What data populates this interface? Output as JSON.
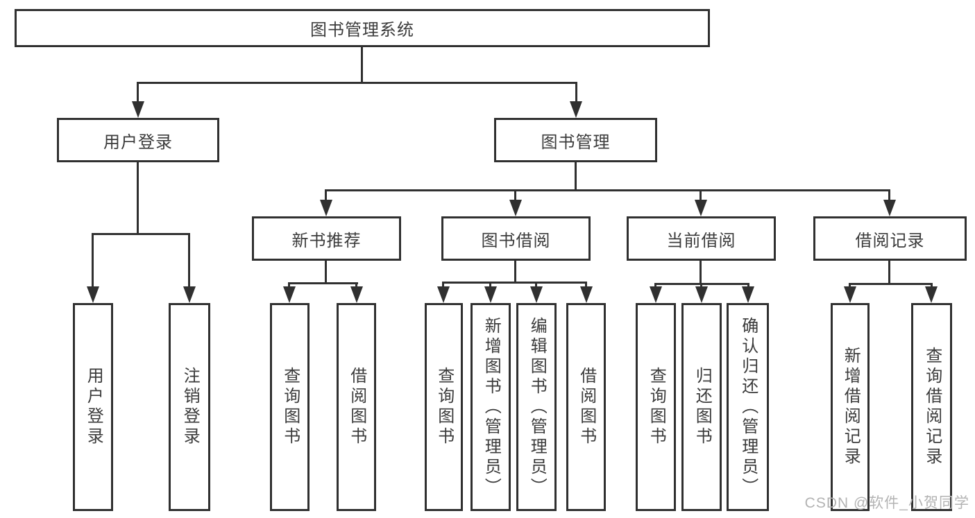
{
  "diagram": {
    "type": "hierarchy-tree",
    "title": "图书管理系统",
    "watermark": "CSDN @软件_小贺同学"
  },
  "colors": {
    "line": "#303030",
    "box_border": "#303030",
    "text": "#3b3b3b",
    "watermark": "#b3b3b3",
    "background": "#ffffff"
  },
  "nodes": {
    "root": "图书管理系统",
    "user_login": "用户登录",
    "book_mgmt": "图书管理",
    "new_book_rec": "新书推荐",
    "book_borrow": "图书借阅",
    "current_borrow": "当前借阅",
    "borrow_records": "借阅记录",
    "leaf_user_login": "用户登录",
    "leaf_logout": "注销登录",
    "leaf_query_books_rec": "查询图书",
    "leaf_borrow_books_rec": "借阅图书",
    "leaf_query_books_borrow": "查询图书",
    "leaf_add_books_admin": "新增图书（管理员）",
    "leaf_edit_books_admin": "编辑图书（管理员）",
    "leaf_borrow_books_borrow": "借阅图书",
    "leaf_query_books_current": "查询图书",
    "leaf_return_books": "归还图书",
    "leaf_confirm_return_admin": "确认归还（管理员）",
    "leaf_add_borrow_record": "新增借阅记录",
    "leaf_query_borrow_record": "查询借阅记录"
  },
  "hierarchy": [
    {
      "parent": "图书管理系统",
      "children": [
        "用户登录",
        "图书管理"
      ]
    },
    {
      "parent": "用户登录",
      "children": [
        "用户登录",
        "注销登录"
      ]
    },
    {
      "parent": "图书管理",
      "children": [
        "新书推荐",
        "图书借阅",
        "当前借阅",
        "借阅记录"
      ]
    },
    {
      "parent": "新书推荐",
      "children": [
        "查询图书",
        "借阅图书"
      ]
    },
    {
      "parent": "图书借阅",
      "children": [
        "查询图书",
        "新增图书（管理员）",
        "编辑图书（管理员）",
        "借阅图书"
      ]
    },
    {
      "parent": "当前借阅",
      "children": [
        "查询图书",
        "归还图书",
        "确认归还（管理员）"
      ]
    },
    {
      "parent": "借阅记录",
      "children": [
        "新增借阅记录",
        "查询借阅记录"
      ]
    }
  ]
}
